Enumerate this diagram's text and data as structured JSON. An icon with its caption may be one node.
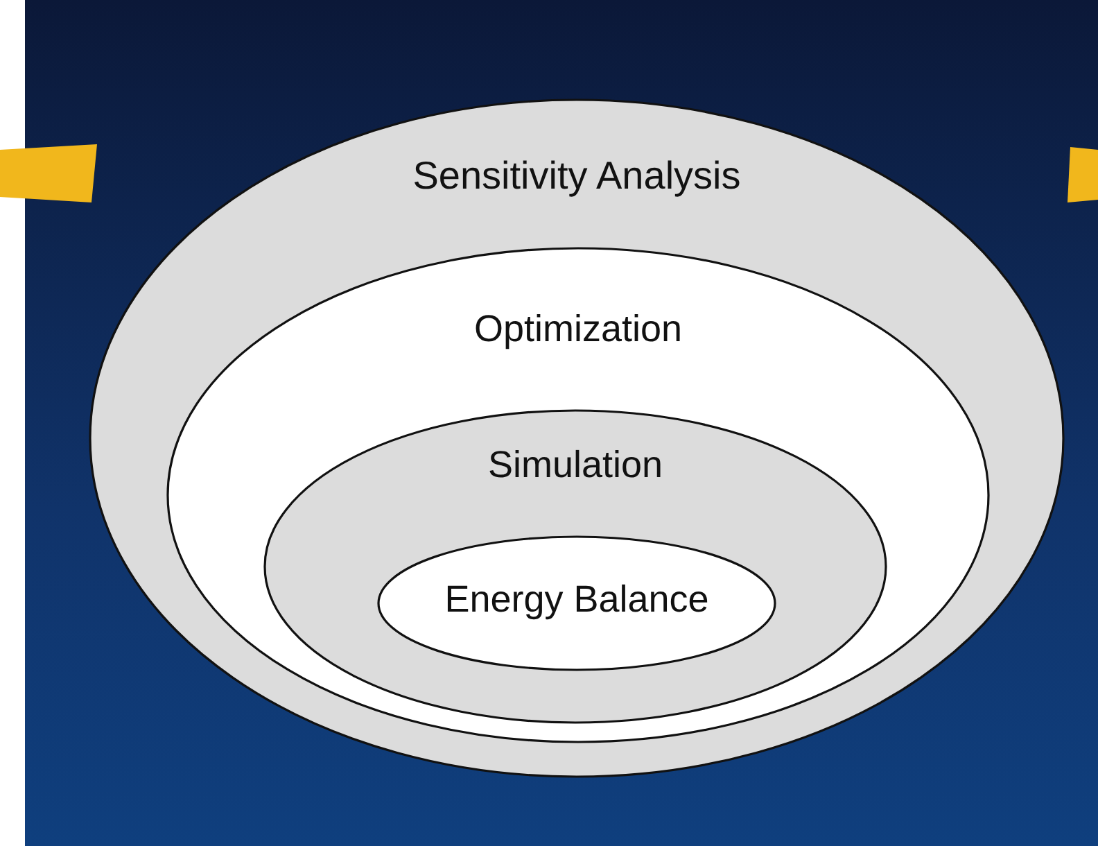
{
  "diagram": {
    "nodes": [
      {
        "text": [
          "Sensitivity Analysis"
        ]
      },
      {
        "text": [
          "Optimization"
        ],
        "in": 0
      },
      {
        "text": [
          "Simulation"
        ],
        "in": 1
      },
      {
        "text": [
          "Energy Balance"
        ],
        "in": 2
      }
    ]
  }
}
